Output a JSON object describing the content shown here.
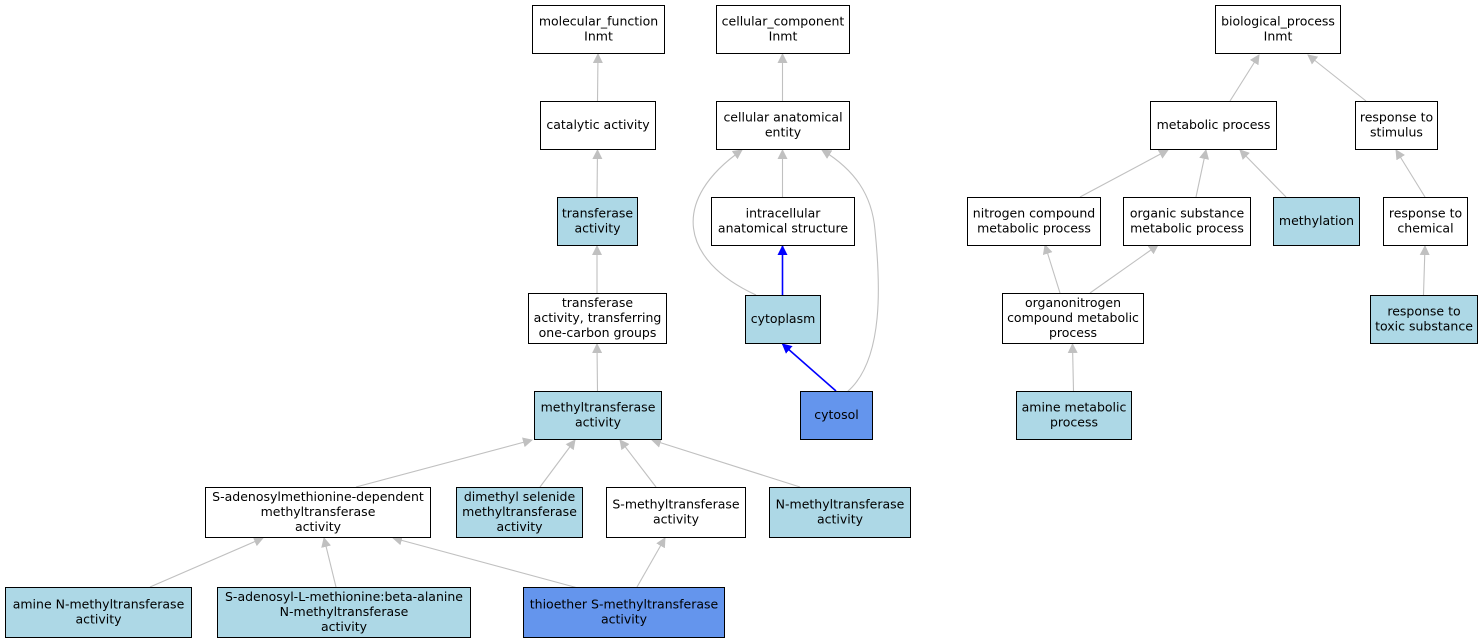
{
  "colors": {
    "plain_fill": "#ffffff",
    "annotated_fill": "#add8e6",
    "direct_fill": "#6495ed",
    "edge_gray": "#c0c0c0",
    "edge_blue": "#0000ff"
  },
  "nodes": [
    {
      "id": "mf",
      "lines": [
        "molecular_function",
        "Inmt"
      ],
      "kind": "plain"
    },
    {
      "id": "cc",
      "lines": [
        "cellular_component",
        "Inmt"
      ],
      "kind": "plain"
    },
    {
      "id": "bp",
      "lines": [
        "biological_process",
        "Inmt"
      ],
      "kind": "plain"
    },
    {
      "id": "catalytic",
      "lines": [
        "catalytic activity"
      ],
      "kind": "plain"
    },
    {
      "id": "cae",
      "lines": [
        "cellular anatomical",
        "entity"
      ],
      "kind": "plain"
    },
    {
      "id": "metabolic",
      "lines": [
        "metabolic process"
      ],
      "kind": "plain"
    },
    {
      "id": "rts",
      "lines": [
        "response to",
        "stimulus"
      ],
      "kind": "plain"
    },
    {
      "id": "transferase",
      "lines": [
        "transferase",
        "activity"
      ],
      "kind": "annotated"
    },
    {
      "id": "ias",
      "lines": [
        "intracellular",
        "anatomical structure"
      ],
      "kind": "plain"
    },
    {
      "id": "ncmp",
      "lines": [
        "nitrogen compound",
        "metabolic process"
      ],
      "kind": "plain"
    },
    {
      "id": "osmp",
      "lines": [
        "organic substance",
        "metabolic process"
      ],
      "kind": "plain"
    },
    {
      "id": "methylation",
      "lines": [
        "methylation"
      ],
      "kind": "annotated"
    },
    {
      "id": "rtc",
      "lines": [
        "response to",
        "chemical"
      ],
      "kind": "plain"
    },
    {
      "id": "tocg",
      "lines": [
        "transferase",
        "activity, transferring",
        "one-carbon groups"
      ],
      "kind": "plain"
    },
    {
      "id": "cytoplasm",
      "lines": [
        "cytoplasm"
      ],
      "kind": "annotated"
    },
    {
      "id": "ocmp",
      "lines": [
        "organonitrogen",
        "compound metabolic",
        "process"
      ],
      "kind": "plain"
    },
    {
      "id": "rtts",
      "lines": [
        "response to",
        "toxic substance"
      ],
      "kind": "annotated"
    },
    {
      "id": "mta",
      "lines": [
        "methyltransferase",
        "activity"
      ],
      "kind": "annotated"
    },
    {
      "id": "cytosol",
      "lines": [
        "cytosol"
      ],
      "kind": "direct"
    },
    {
      "id": "amp",
      "lines": [
        "amine metabolic",
        "process"
      ],
      "kind": "annotated"
    },
    {
      "id": "samdep",
      "lines": [
        "S-adenosylmethionine-dependent",
        "methyltransferase",
        "activity"
      ],
      "kind": "plain"
    },
    {
      "id": "dsm",
      "lines": [
        "dimethyl selenide",
        "methyltransferase",
        "activity"
      ],
      "kind": "annotated"
    },
    {
      "id": "smt",
      "lines": [
        "S-methyltransferase",
        "activity"
      ],
      "kind": "plain"
    },
    {
      "id": "nmt",
      "lines": [
        "N-methyltransferase",
        "activity"
      ],
      "kind": "annotated"
    },
    {
      "id": "anmt",
      "lines": [
        "amine N-methyltransferase",
        "activity"
      ],
      "kind": "annotated"
    },
    {
      "id": "samba",
      "lines": [
        "S-adenosyl-L-methionine:beta-alanine",
        "N-methyltransferase",
        "activity"
      ],
      "kind": "annotated"
    },
    {
      "id": "tsmt",
      "lines": [
        "thioether S-methyltransferase",
        "activity"
      ],
      "kind": "direct"
    }
  ],
  "edges": [
    {
      "from": "catalytic",
      "to": "mf",
      "color": "gray"
    },
    {
      "from": "transferase",
      "to": "catalytic",
      "color": "gray"
    },
    {
      "from": "tocg",
      "to": "transferase",
      "color": "gray"
    },
    {
      "from": "mta",
      "to": "tocg",
      "color": "gray"
    },
    {
      "from": "samdep",
      "to": "mta",
      "color": "gray"
    },
    {
      "from": "dsm",
      "to": "mta",
      "color": "gray"
    },
    {
      "from": "smt",
      "to": "mta",
      "color": "gray"
    },
    {
      "from": "nmt",
      "to": "mta",
      "color": "gray"
    },
    {
      "from": "anmt",
      "to": "samdep",
      "color": "gray"
    },
    {
      "from": "samba",
      "to": "samdep",
      "color": "gray"
    },
    {
      "from": "tsmt",
      "to": "samdep",
      "color": "gray"
    },
    {
      "from": "tsmt",
      "to": "smt",
      "color": "gray"
    },
    {
      "from": "cae",
      "to": "cc",
      "color": "gray"
    },
    {
      "from": "ias",
      "to": "cae",
      "color": "gray"
    },
    {
      "from": "cytoplasm",
      "to": "cae",
      "color": "gray"
    },
    {
      "from": "cytosol",
      "to": "cae",
      "color": "gray"
    },
    {
      "from": "cytoplasm",
      "to": "ias",
      "color": "blue"
    },
    {
      "from": "cytosol",
      "to": "cytoplasm",
      "color": "blue"
    },
    {
      "from": "metabolic",
      "to": "bp",
      "color": "gray"
    },
    {
      "from": "rts",
      "to": "bp",
      "color": "gray"
    },
    {
      "from": "ncmp",
      "to": "metabolic",
      "color": "gray"
    },
    {
      "from": "osmp",
      "to": "metabolic",
      "color": "gray"
    },
    {
      "from": "methylation",
      "to": "metabolic",
      "color": "gray"
    },
    {
      "from": "rtc",
      "to": "rts",
      "color": "gray"
    },
    {
      "from": "rtts",
      "to": "rtc",
      "color": "gray"
    },
    {
      "from": "ocmp",
      "to": "ncmp",
      "color": "gray"
    },
    {
      "from": "ocmp",
      "to": "osmp",
      "color": "gray"
    },
    {
      "from": "amp",
      "to": "ocmp",
      "color": "gray"
    }
  ]
}
